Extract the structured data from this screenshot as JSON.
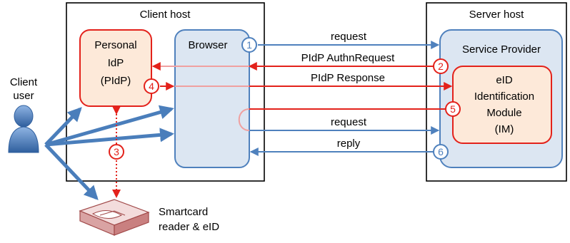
{
  "client_host": {
    "title": "Client host"
  },
  "server_host": {
    "title": "Server host"
  },
  "pidp": {
    "line1": "Personal",
    "line2": "IdP",
    "line3": "(PIdP)"
  },
  "browser": {
    "title": "Browser"
  },
  "service_provider": {
    "title": "Service Provider"
  },
  "eid_module": {
    "line1": "eID",
    "line2": "Identification",
    "line3": "Module",
    "line4": "(IM)"
  },
  "client_user": {
    "line1": "Client",
    "line2": "user"
  },
  "smartcard": {
    "line1": "Smartcard",
    "line2": "reader & eID"
  },
  "messages": {
    "request_top": "request",
    "pidp_authn_request": "PIdP AuthnRequest",
    "pidp_response": "PIdP Response",
    "request_bottom": "request",
    "reply": "reply"
  },
  "steps": [
    "1",
    "2",
    "3",
    "4",
    "5",
    "6"
  ],
  "colors": {
    "blue_line": "#4f81bd",
    "blue_arrow": "#4a7ebb",
    "red": "#e3221b",
    "pink": "#f0a0a0",
    "panel_fill": "#dce6f2",
    "pidp_fill": "#fde9d9",
    "module_fill": "#fde9d9"
  }
}
